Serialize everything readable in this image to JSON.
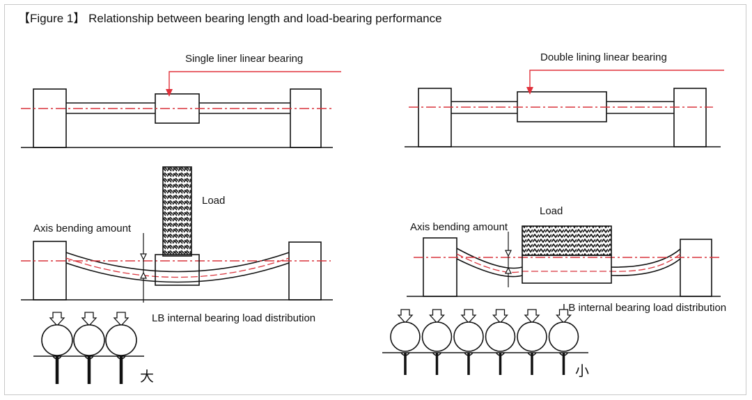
{
  "figure": {
    "title": "【Figure 1】 Relationship between bearing length and load-bearing performance"
  },
  "left_panel": {
    "bearing_label": "Single liner linear bearing",
    "load_label": "Load",
    "bending_label": "Axis bending amount",
    "distribution_label": "LB internal bearing load distribution",
    "magnitude_char": "大",
    "ball_count": 3
  },
  "right_panel": {
    "bearing_label": "Double lining linear bearing",
    "load_label": "Load",
    "bending_label": "Axis bending amount",
    "distribution_label": "LB internal bearing load distribution",
    "magnitude_char": "小",
    "ball_count": 6
  },
  "colors": {
    "line": "#111111",
    "centerline": "#d8323a",
    "arrow": "#e0303a",
    "border": "#c8c8c8"
  }
}
